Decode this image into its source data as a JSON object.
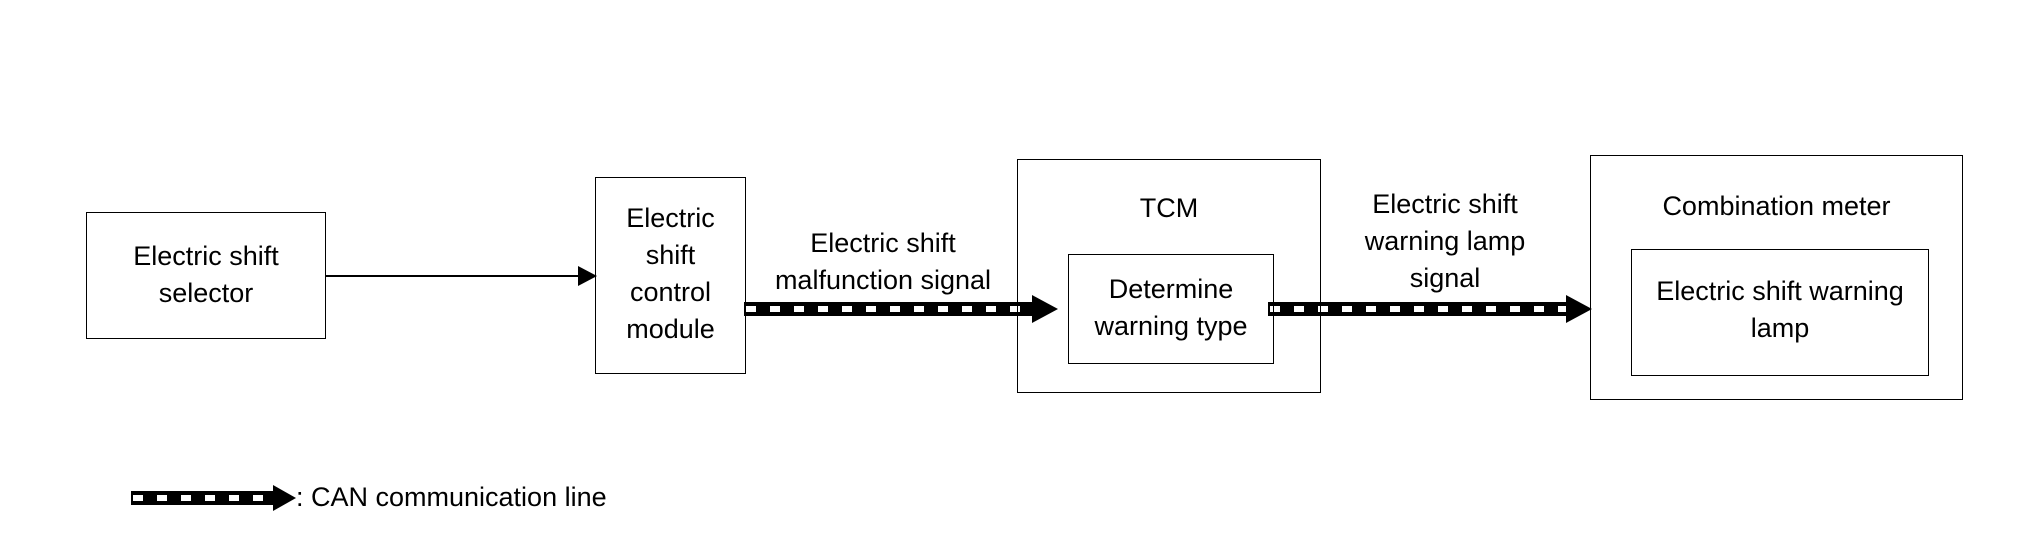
{
  "blocks": {
    "selector": {
      "lines": [
        "Electric shift",
        "selector"
      ]
    },
    "control_module": {
      "lines": [
        "Electric",
        "shift",
        "control",
        "module"
      ]
    },
    "tcm": {
      "title": "TCM",
      "inner_lines": [
        "Determine",
        "warning type"
      ]
    },
    "meter": {
      "title": "Combination meter",
      "inner_lines": [
        "Electric shift warning",
        "lamp"
      ]
    }
  },
  "signals": {
    "malfunction": {
      "lines": [
        "Electric shift",
        "malfunction signal"
      ]
    },
    "warning_lamp": {
      "lines": [
        "Electric shift",
        "warning lamp",
        "signal"
      ]
    }
  },
  "legend": {
    "text": ": CAN communication line"
  },
  "colors": {
    "line": "#000000",
    "background": "#ffffff"
  }
}
